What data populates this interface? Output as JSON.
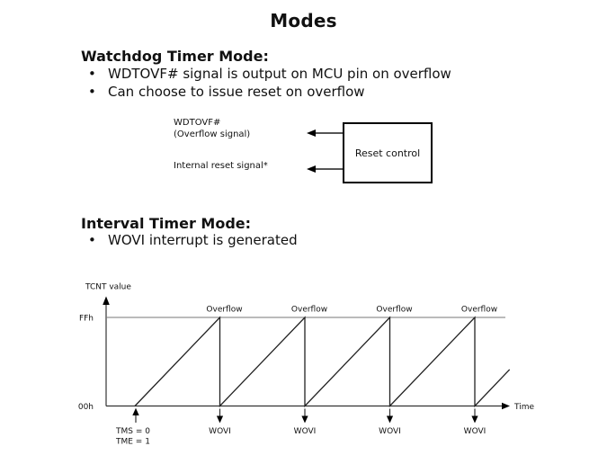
{
  "page": {
    "title": "Modes"
  },
  "watchdog": {
    "heading": "Watchdog Timer Mode:",
    "bullets": [
      "WDTOVF# signal is output on MCU pin on overflow",
      "Can choose to issue reset on overflow"
    ]
  },
  "diagram": {
    "box_label": "Reset control",
    "signal1_line1": "WDTOVF#",
    "signal1_line2": "(Overflow signal)",
    "signal2": "Internal reset signal*"
  },
  "interval": {
    "heading": "Interval Timer Mode:",
    "bullets": [
      "WOVI interrupt is generated"
    ]
  },
  "chart_data": {
    "type": "line",
    "subtype": "sawtooth",
    "title": "",
    "ylabel": "TCNT value",
    "xlabel": "Time",
    "yticks": [
      {
        "label": "FFh",
        "value": 255
      },
      {
        "label": "00h",
        "value": 0
      }
    ],
    "ylim": [
      0,
      255
    ],
    "grid": false,
    "legend": false,
    "series": [
      {
        "name": "TCNT value",
        "points": [
          [
            0,
            0
          ],
          [
            1,
            255
          ],
          [
            1,
            0
          ],
          [
            2,
            255
          ],
          [
            2,
            0
          ],
          [
            3,
            255
          ],
          [
            3,
            0
          ],
          [
            4,
            255
          ],
          [
            4,
            0
          ],
          [
            4.41,
            105
          ]
        ]
      }
    ],
    "annotations": {
      "overflow_label": "Overflow",
      "overflow_x": [
        1,
        2,
        3,
        4
      ],
      "wovi_label": "WOVI",
      "wovi_x": [
        1,
        2,
        3,
        4
      ],
      "start_label_lines": [
        "TMS = 0",
        "TME = 1"
      ],
      "start_x": 0
    }
  },
  "colors": {
    "text": "#111111",
    "axis": "#333333",
    "ff_line": "#777777",
    "waveform": "#222222",
    "arrow": "#000000"
  }
}
